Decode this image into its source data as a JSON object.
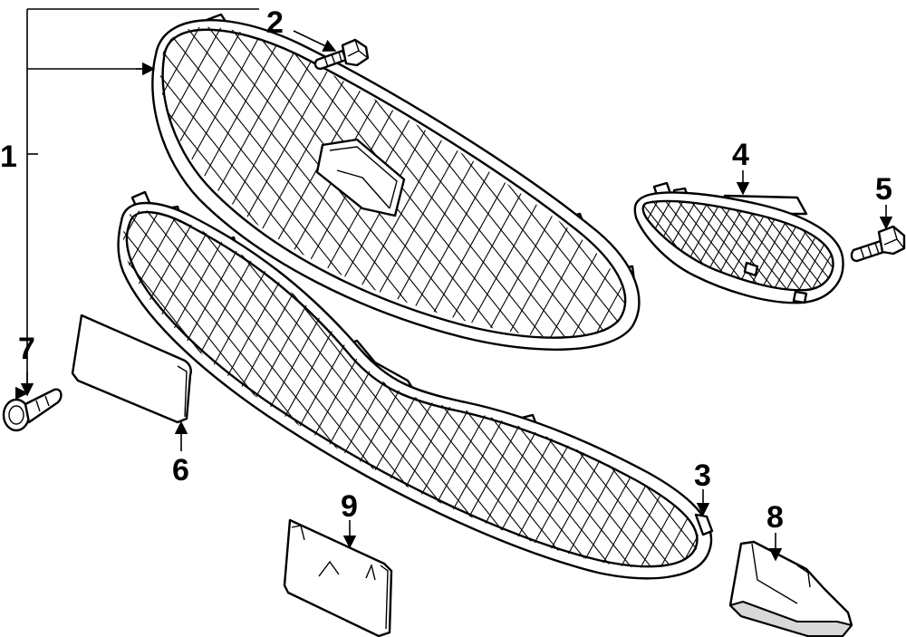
{
  "callouts": [
    {
      "id": "1",
      "label": "1"
    },
    {
      "id": "2",
      "label": "2"
    },
    {
      "id": "3",
      "label": "3"
    },
    {
      "id": "4",
      "label": "4"
    },
    {
      "id": "5",
      "label": "5"
    },
    {
      "id": "6",
      "label": "6"
    },
    {
      "id": "7",
      "label": "7"
    },
    {
      "id": "8",
      "label": "8"
    },
    {
      "id": "9",
      "label": "9"
    }
  ],
  "colors": {
    "line": "#000000",
    "background": "#ffffff",
    "shade": "#d8d8d8"
  }
}
